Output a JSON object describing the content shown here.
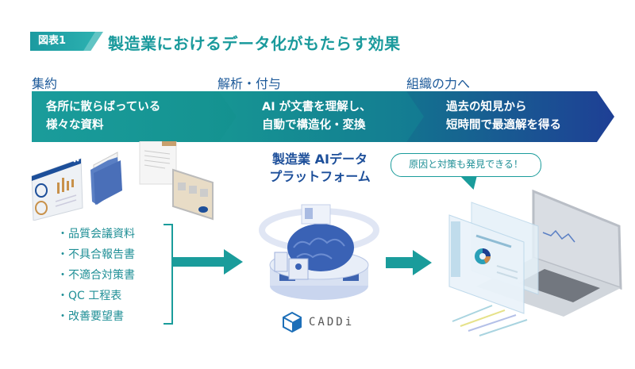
{
  "header": {
    "figure_label": "図表1",
    "title": "製造業におけるデータ化がもたらす効果"
  },
  "stages": [
    {
      "label": "集約",
      "lines": [
        "各所に散らばっている",
        "様々な資料"
      ]
    },
    {
      "label": "解析・付与",
      "lines": [
        "AI が文書を理解し、",
        "自動で構造化・変換"
      ]
    },
    {
      "label": "組織の力へ",
      "lines": [
        "過去の知見から",
        "短時間で最適解を得る"
      ]
    }
  ],
  "documents": {
    "items": [
      "・品質会議資料",
      "・不具合報告書",
      "・不適合対策書",
      "・QC 工程表",
      "・改善要望書"
    ]
  },
  "platform": {
    "title_line1": "製造業 AIデータ",
    "title_line2": "プラットフォーム",
    "logo_text": "CADDi",
    "icon": "brain-icon"
  },
  "outcome": {
    "speech_bubble": "原因と対策も発見できる！",
    "icon": "laptop-dashboard-icon"
  },
  "colors": {
    "teal": "#1a9c9b",
    "navy": "#1d4f9a",
    "blue_end": "#1e3f95"
  }
}
